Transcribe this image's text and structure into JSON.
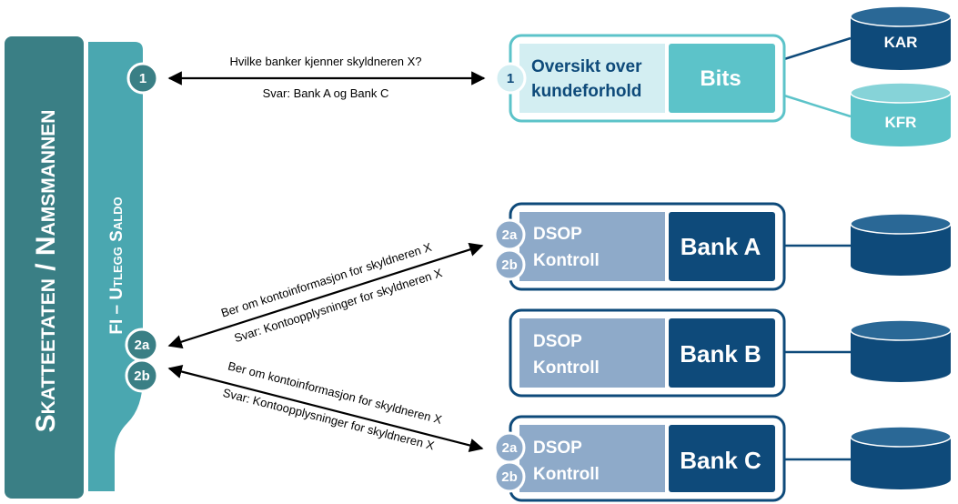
{
  "agency_bar": {
    "label": "Skatteetaten / Namsmannen"
  },
  "system_bar": {
    "label": "FI – Utlegg Saldo"
  },
  "steps": {
    "s1": "1",
    "s2a": "2a",
    "s2b": "2b"
  },
  "flows": {
    "q1_request": "Hvilke banker kjenner skyldneren X?",
    "q1_response": "Svar: Bank A og Bank C",
    "bankA_request": "Ber om kontoinformasjon for skyldneren X",
    "bankA_response": "Svar: Kontoopplysninger for skyldneren X",
    "bankC_request": "Ber om kontoinformasjon for skyldneren X",
    "bankC_response": "Svar: Kontoopplysninger for skyldneren X"
  },
  "bits_box": {
    "service_line1": "Oversikt over",
    "service_line2": "kundeforhold",
    "name": "Bits"
  },
  "registers": {
    "kar": "KAR",
    "kfr": "KFR"
  },
  "banks": [
    {
      "control_line1": "DSOP",
      "control_line2": "Kontroll",
      "name": "Bank A"
    },
    {
      "control_line1": "DSOP",
      "control_line2": "Kontroll",
      "name": "Bank B"
    },
    {
      "control_line1": "DSOP",
      "control_line2": "Kontroll",
      "name": "Bank C"
    }
  ],
  "colors": {
    "dark_teal": "#3a7f85",
    "mid_teal": "#4aa7b0",
    "light_teal": "#5cc3c9",
    "pale_teal": "#d3eef2",
    "navy": "#0e4a7a",
    "steel_blue": "#8eaac9",
    "gray_line": "#1a1a1a"
  }
}
